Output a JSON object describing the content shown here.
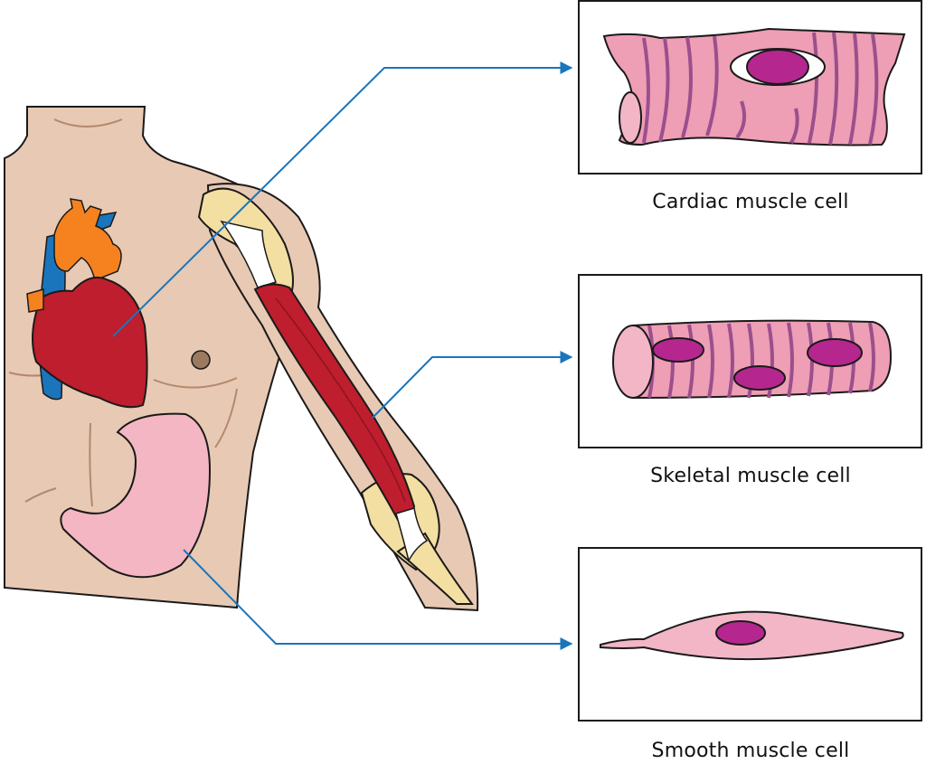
{
  "labels": {
    "cardiac": "Cardiac muscle cell",
    "skeletal": "Skeletal muscle cell",
    "smooth": "Smooth muscle cell"
  },
  "colors": {
    "skin": "#e8c9b3",
    "heart": "#be1e2d",
    "aorta": "#f5821f",
    "vein": "#1a75bc",
    "stomach": "#f4b6c2",
    "muscle": "#be1e2d",
    "tendon": "#f3dfa2",
    "cell_pink": "#ee9eb5",
    "cell_stripe": "#9b4f8c",
    "nucleus": "#b5278f",
    "connector": "#1a75bc"
  }
}
